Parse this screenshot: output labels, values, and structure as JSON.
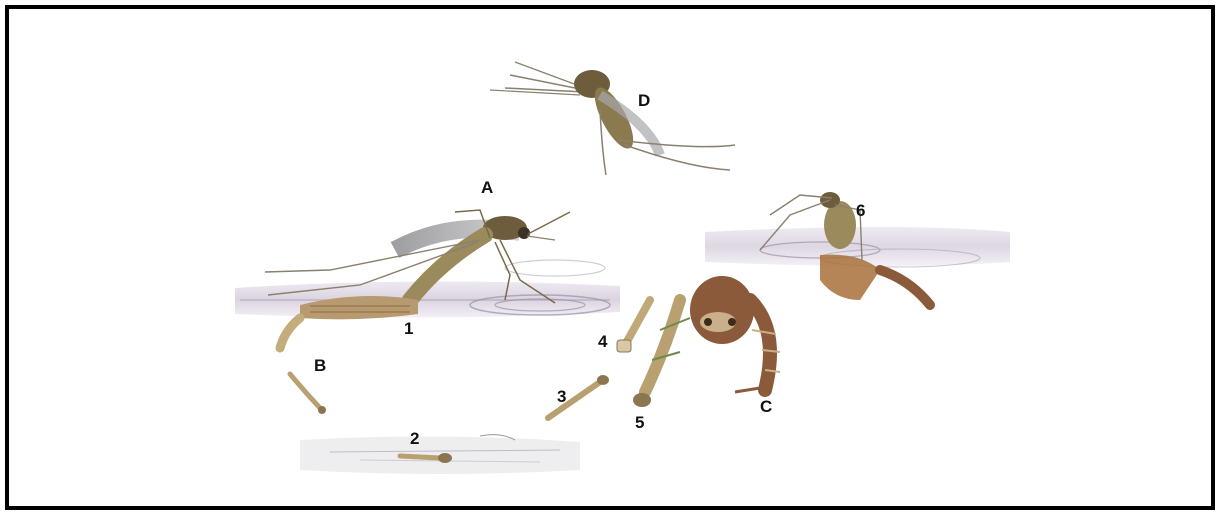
{
  "labels": {
    "A": "A",
    "B": "B",
    "C": "C",
    "D": "D",
    "n1": "1",
    "n2": "2",
    "n3": "3",
    "n4": "4",
    "n5": "5",
    "n6": "6"
  },
  "colors": {
    "frame": "#000000",
    "water": "#cfc6d6",
    "mosquito_body": "#7a6a4a",
    "mosquito_leg": "#8a8070",
    "larva": "#b8a070",
    "pupa": "#8a5a3a",
    "egg_raft": "#b89a70"
  }
}
